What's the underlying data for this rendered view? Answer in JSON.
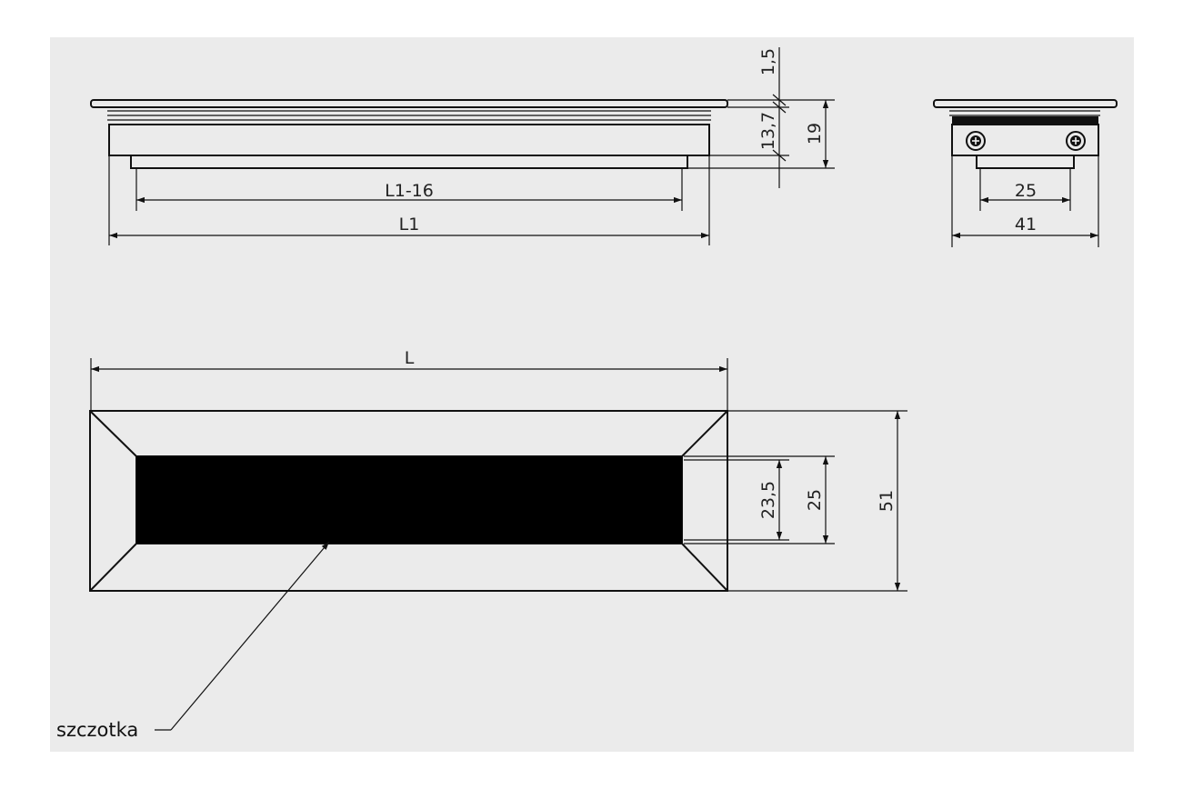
{
  "labels": {
    "side_inner_length": "L1-16",
    "side_length": "L1",
    "end_inner_width": "25",
    "end_width": "41",
    "top_length": "L",
    "flange_thickness": "1,5",
    "body_depth": "13,7",
    "total_height": "19",
    "opening_inner": "23,5",
    "opening_outer": "25",
    "overall_width": "51",
    "brush_callout": "szczotka"
  },
  "colors": {
    "background": "#ffffff",
    "sheet": "#ebebeb",
    "line": "#111111",
    "brush_fill": "#000000"
  }
}
